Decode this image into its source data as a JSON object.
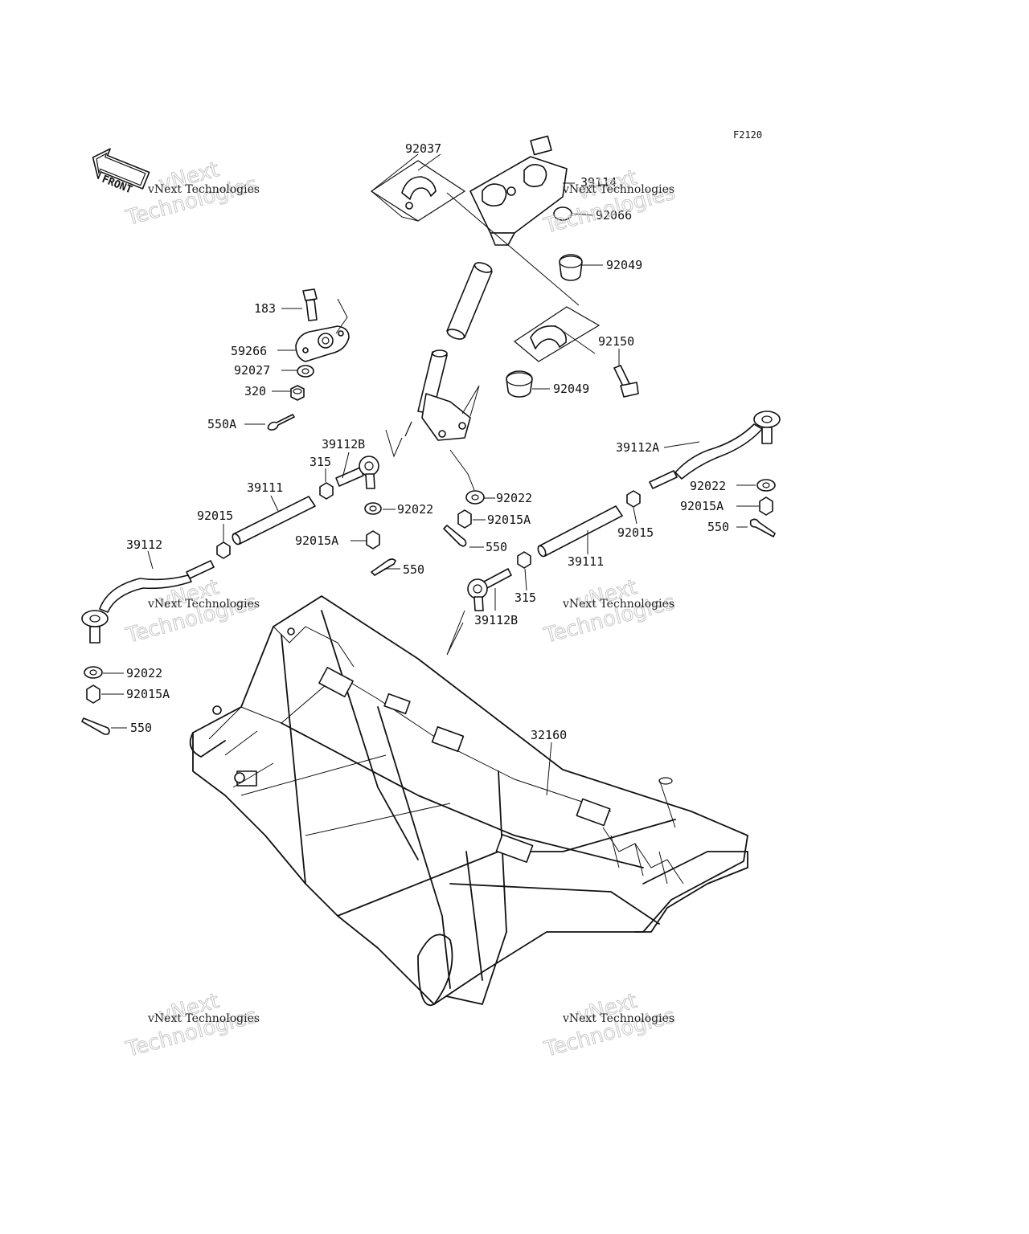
{
  "diagram_code": "F2120",
  "front_label": "FRONT",
  "watermark": {
    "line1": "vNext",
    "line2": "vNext Technologies",
    "line3": "Technologies"
  },
  "labels": {
    "p92037": "92037",
    "p39114": "39114",
    "p92066": "92066",
    "p92049_top": "92049",
    "p92150": "92150",
    "p92049_bot": "92049",
    "p183": "183",
    "p59266": "59266",
    "p92027": "92027",
    "p320": "320",
    "p550A": "550A",
    "p39112B_top": "39112B",
    "p315_top": "315",
    "p39111_left": "39111",
    "p92015_left": "92015",
    "p39112": "39112",
    "p92022_mid": "92022",
    "p92015A_mid": "92015A",
    "p550_mid": "550",
    "p92022_center": "92022",
    "p92015A_center": "92015A",
    "p550_center": "550",
    "p39112A": "39112A",
    "p92022_right": "92022",
    "p92015A_right": "92015A",
    "p550_right": "550",
    "p92015_right": "92015",
    "p39111_right": "39111",
    "p315_bot": "315",
    "p39112B_bot": "39112B",
    "p92022_left": "92022",
    "p92015A_left": "92015A",
    "p550_left": "550",
    "p32160": "32160"
  }
}
